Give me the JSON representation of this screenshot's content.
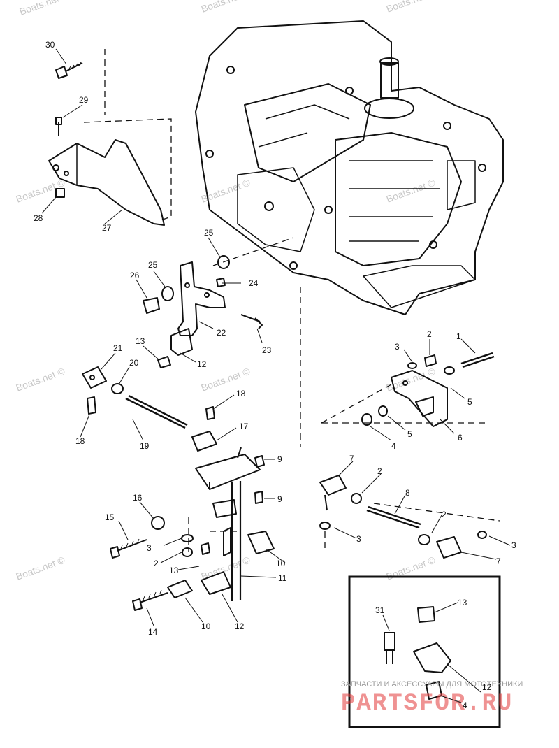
{
  "watermark_text": "Boats.net ©",
  "watermark_top": "Boats.net",
  "callouts": {
    "n30": "30",
    "n29": "29",
    "n28": "28",
    "n27": "27",
    "n25a": "25",
    "n25b": "25",
    "n26": "26",
    "n24": "24",
    "n22": "22",
    "n23": "23",
    "n12a": "12",
    "n13a": "13",
    "n21": "21",
    "n20": "20",
    "n18a": "18",
    "n18b": "18",
    "n19": "19",
    "n17": "17",
    "n9a": "9",
    "n9b": "9",
    "n16": "16",
    "n15": "15",
    "n3a": "3",
    "n2a": "2",
    "n13b": "13",
    "n14": "14",
    "n10a": "10",
    "n10b": "10",
    "n11": "11",
    "n12b": "12",
    "n3b": "3",
    "n2b": "2",
    "n1": "1",
    "n5a": "5",
    "n5b": "5",
    "n4a": "4",
    "n6": "6",
    "n7a": "7",
    "n2c": "2",
    "n8": "8",
    "n2d": "2",
    "n3c": "3",
    "n3d": "3",
    "n7b": "7",
    "n31": "31",
    "n13c": "13",
    "n12c": "12",
    "n4b": "4"
  },
  "inset_caption": "ЗАПЧАСТИ И АКСЕССУАРЫ ДЛЯ МОТОТЕХНИКИ",
  "brand_logo": "PARTSFOR.RU",
  "colors": {
    "line": "#111111",
    "watermark": "#c8c8c8",
    "brand": "#e23a3a"
  }
}
